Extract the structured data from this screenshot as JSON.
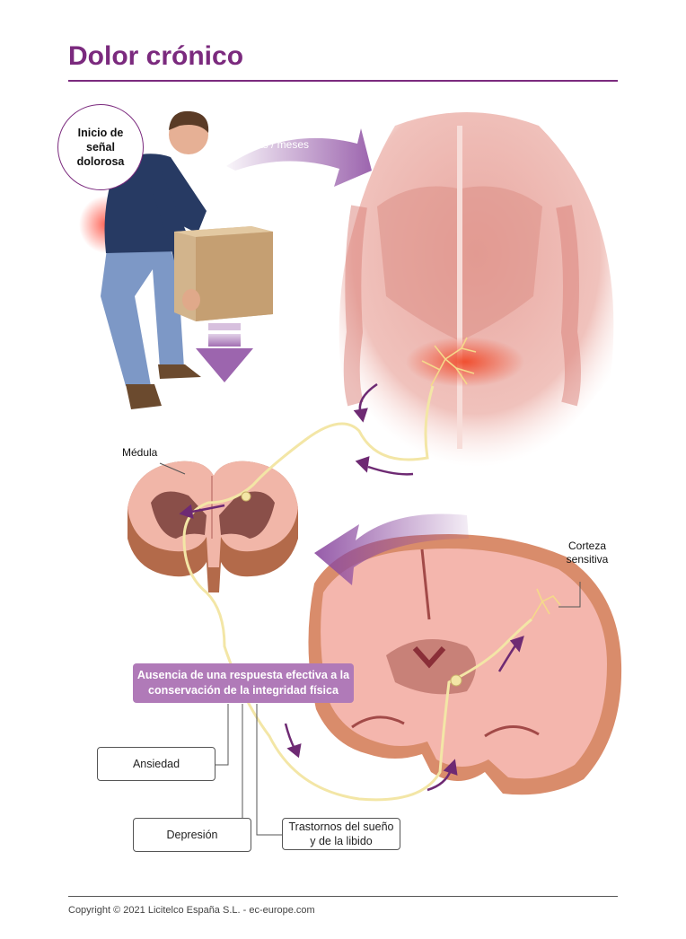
{
  "title": "Dolor crónico",
  "labels": {
    "pain_onset": "Inicio de señal dolorosa",
    "time": "días / meses",
    "spinal_cord": "Médula",
    "sensory_cortex": "Corteza sensitiva"
  },
  "consequence": {
    "header": "Ausencia de una respuesta efectiva a la conservación de la integridad física",
    "items": [
      "Ansiedad",
      "Depresión",
      "Trastornos del sueño y de la libido"
    ]
  },
  "footer": "Copyright © 2021 Licitelco España S.L. - ec-europe.com",
  "colors": {
    "accent": "#7b2a7e",
    "box_fill": "#b07ab8",
    "nerve": "#f3e6a6",
    "pain": "#e8523a"
  }
}
